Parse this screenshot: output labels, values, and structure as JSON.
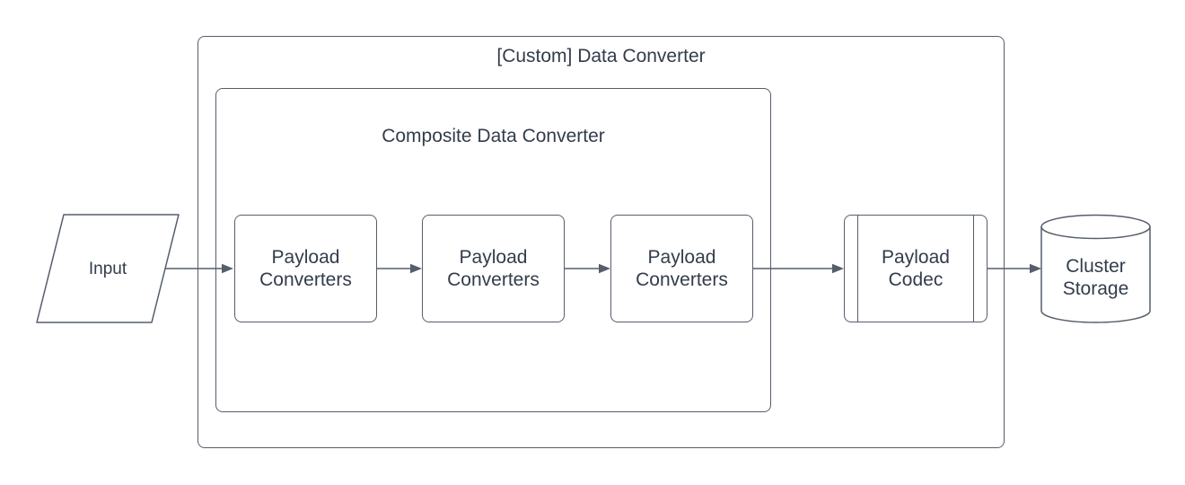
{
  "diagram": {
    "outer_container": {
      "title": "[Custom] Data Converter"
    },
    "inner_container": {
      "title": "Composite Data Converter",
      "converters": [
        {
          "label": "Payload Converters"
        },
        {
          "label": "Payload Converters"
        },
        {
          "label": "Payload Converters"
        }
      ]
    },
    "input": {
      "label": "Input",
      "shape": "parallelogram"
    },
    "codec": {
      "label": "Payload Codec",
      "shape": "predefined-process"
    },
    "storage": {
      "label": "Cluster Storage",
      "shape": "database-cylinder"
    },
    "connections": [
      {
        "from": "Input",
        "to": "Payload Converters 1"
      },
      {
        "from": "Payload Converters 1",
        "to": "Payload Converters 2"
      },
      {
        "from": "Payload Converters 2",
        "to": "Payload Converters 3"
      },
      {
        "from": "Payload Converters 3",
        "to": "Payload Codec"
      },
      {
        "from": "Payload Codec",
        "to": "Cluster Storage"
      }
    ],
    "colors": {
      "stroke": "#555e6b",
      "text": "#333c4b",
      "background": "#ffffff"
    }
  }
}
